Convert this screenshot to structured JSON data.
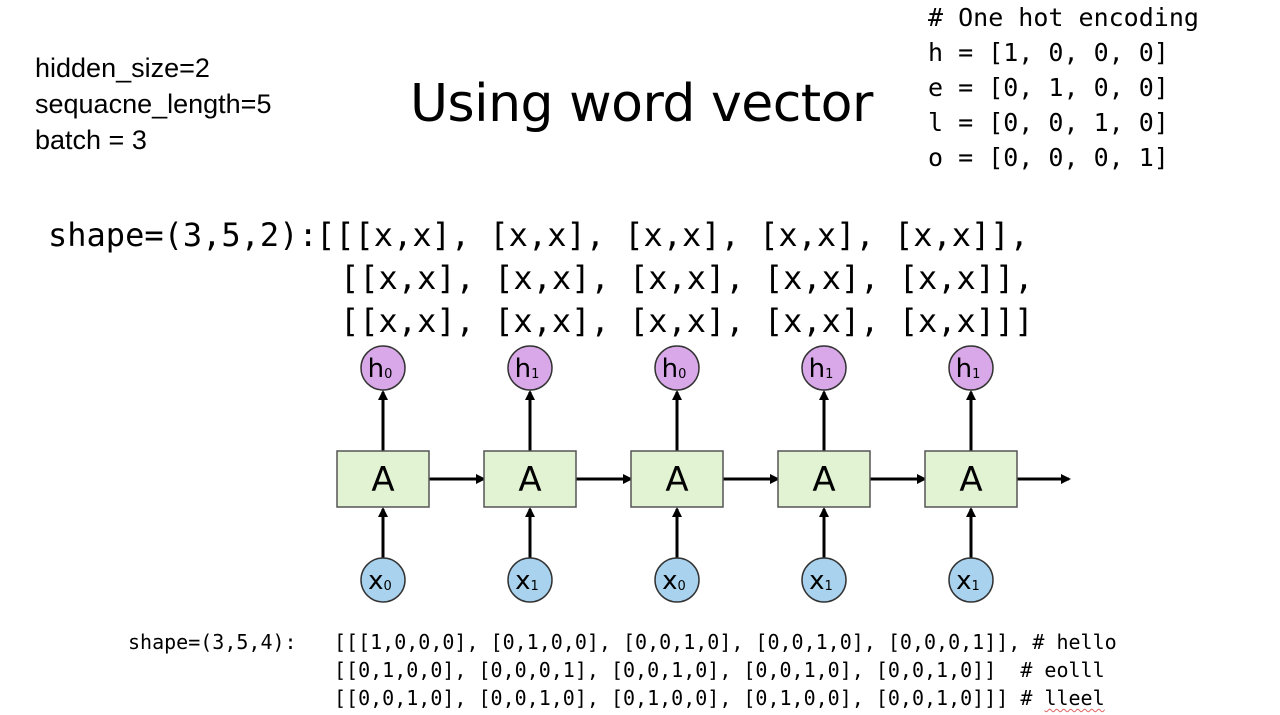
{
  "params": [
    "hidden_size=2",
    "sequacne_length=5",
    "batch = 3"
  ],
  "title": "Using word vector",
  "onehot": {
    "comment": "# One hot encoding",
    "lines": [
      "h = [1, 0, 0, 0]",
      "e = [0, 1, 0, 0]",
      "l = [0, 0, 1, 0]",
      "o = [0, 0, 0, 1]"
    ]
  },
  "output_shape": {
    "label": "shape=(3,5,2):",
    "rows": [
      "[[[x,x], [x,x], [x,x], [x,x], [x,x]],",
      "[[x,x], [x,x], [x,x], [x,x], [x,x]],",
      "[[x,x], [x,x], [x,x], [x,x], [x,x]]]"
    ]
  },
  "input_shape": {
    "label": "shape=(3,5,4):",
    "rows": [
      {
        "text": "[[[1,0,0,0], [0,1,0,0], [0,0,1,0], [0,0,1,0], [0,0,0,1]], ",
        "comment": "# hello",
        "word": ""
      },
      {
        "text": "[[0,1,0,0], [0,0,0,1], [0,0,1,0], [0,0,1,0], [0,0,1,0]]  ",
        "comment": "# eolll",
        "word": ""
      },
      {
        "text": "[[0,0,1,0], [0,0,1,0], [0,1,0,0], [0,1,0,0], [0,0,1,0]]] ",
        "comment": "# ",
        "word": "lleel"
      }
    ]
  },
  "rnn": {
    "cell_label": "A",
    "cells": [
      {
        "h": "h",
        "h_sub": "0",
        "x": "x",
        "x_sub": "0"
      },
      {
        "h": "h",
        "h_sub": "1",
        "x": "x",
        "x_sub": "1"
      },
      {
        "h": "h",
        "h_sub": "0",
        "x": "x",
        "x_sub": "0"
      },
      {
        "h": "h",
        "h_sub": "1",
        "x": "x",
        "x_sub": "1"
      },
      {
        "h": "h",
        "h_sub": "1",
        "x": "x",
        "x_sub": "1"
      }
    ],
    "colors": {
      "cell_fill": "#e2f3d4",
      "cell_stroke": "#555555",
      "h_fill": "#d9a8e8",
      "x_fill": "#a8d2ee",
      "node_stroke": "#333333",
      "arrow": "#000000"
    }
  }
}
